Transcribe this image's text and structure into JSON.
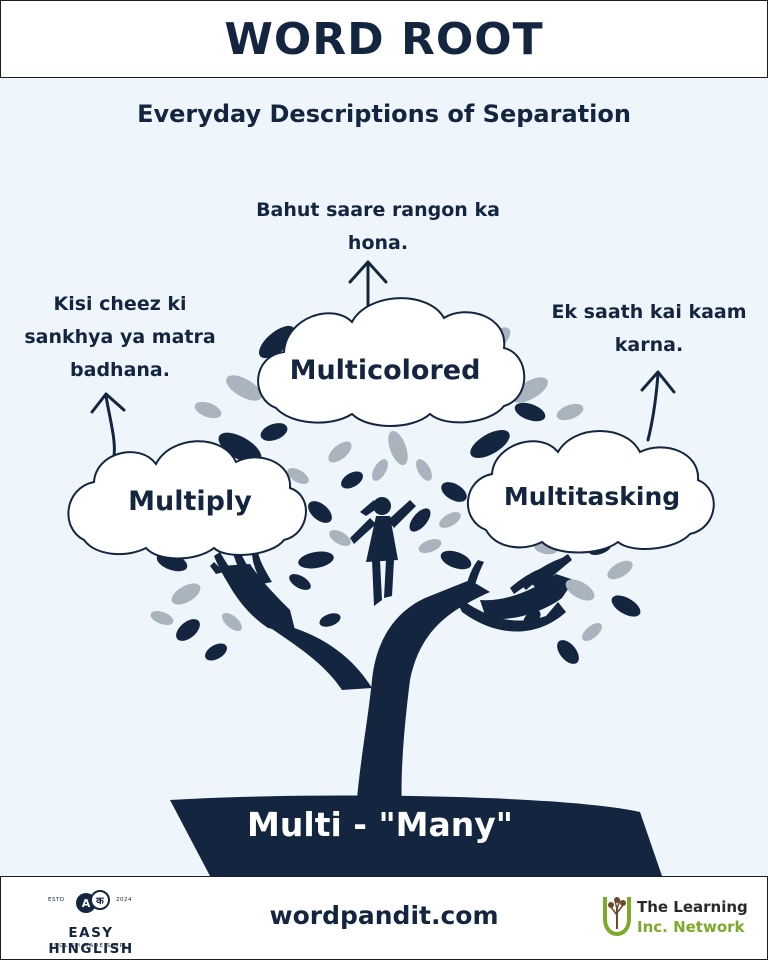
{
  "header": {
    "title": "WORD ROOT"
  },
  "subtitle": "Everyday Descriptions of Separation",
  "root": {
    "label": "Multi - \"Many\""
  },
  "clouds": [
    {
      "word": "Multiply",
      "description": "Kisi cheez ki sankhya ya matra badhana."
    },
    {
      "word": "Multicolored",
      "description": "Bahut saare rangon ka hona."
    },
    {
      "word": "Multitasking",
      "description": "Ek saath kai kaam karna."
    }
  ],
  "footer": {
    "website": "wordpandit.com",
    "left_logo": {
      "name": "EASY HINGLISH",
      "tagline": "ENGLISH MADE SIMPLE",
      "estd": "ESTD",
      "year": "2024",
      "badge_letters": [
        "A",
        "क"
      ]
    },
    "right_logo": {
      "line1": "The Learning",
      "line2": "Inc. Network"
    }
  },
  "colors": {
    "navy": "#14263f",
    "background": "#eef6fc",
    "leaf_light": "#a9b4be",
    "accent_green": "#7ea92b",
    "accent_brown": "#6b4a2b"
  }
}
